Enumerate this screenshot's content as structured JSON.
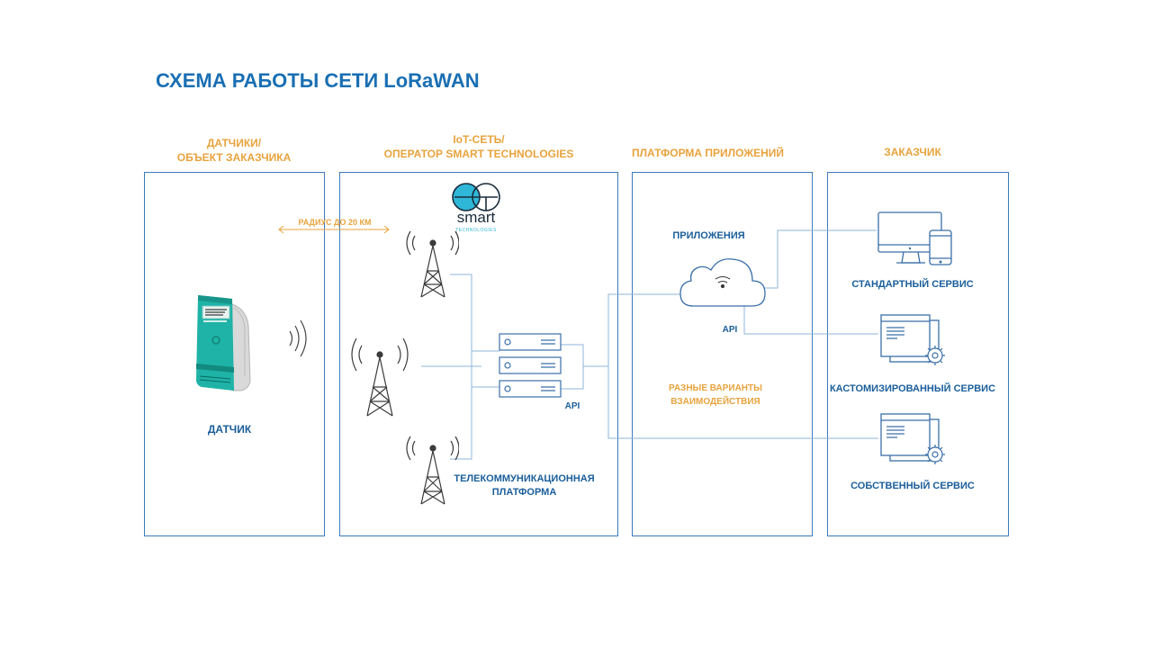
{
  "title": "СХЕМА РАБОТЫ СЕТИ LoRaWAN",
  "columns": [
    {
      "line1": "ДАТЧИКИ/",
      "line2": "ОБЪЕКТ ЗАКАЗЧИКА"
    },
    {
      "line1": "IoT-СЕТЬ/",
      "line2": "ОПЕРАТОР  SMART TECHNOLOGIES"
    },
    {
      "line1": "ПЛАТФОРМА ПРИЛОЖЕНИЙ",
      "line2": ""
    },
    {
      "line1": "ЗАКАЗЧИК",
      "line2": ""
    }
  ],
  "sensor": {
    "label": "ДАТЧИК",
    "radius_label": "РАДИУС ДО 20 КМ"
  },
  "network": {
    "logo_text": "smart",
    "logo_subtext": "TECHNOLOGIES",
    "api_label": "API",
    "telecom_line1": "ТЕЛЕКОММУНИКАЦИОННАЯ",
    "telecom_line2": "ПЛАТФОРМА"
  },
  "platform": {
    "apps_label": "ПРИЛОЖЕНИЯ",
    "api_label": "API",
    "variants_line1": "РАЗНЫЕ ВАРИАНТЫ",
    "variants_line2": "ВЗАИМОДЕЙСТВИЯ"
  },
  "customer": {
    "services": [
      "СТАНДАРТНЫЙ СЕРВИС",
      "КАСТОМИЗИРОВАННЫЙ СЕРВИС",
      "СОБСТВЕННЫЙ СЕРВИС"
    ]
  },
  "colors": {
    "blue": "#1a6fb3",
    "orange": "#e8a33d",
    "line": "#3a7bbf",
    "device": "#1eb3a6"
  }
}
